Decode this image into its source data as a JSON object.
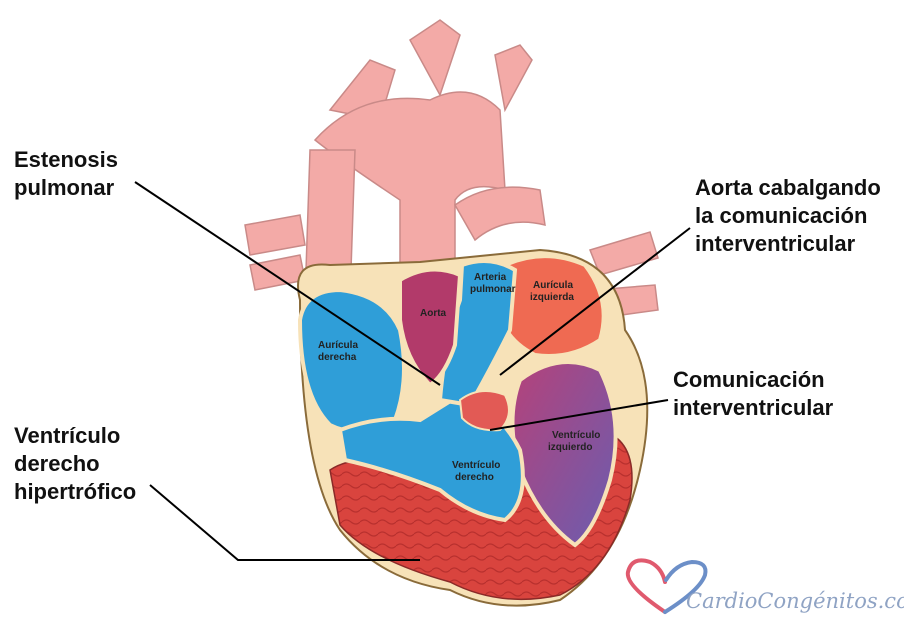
{
  "callouts": {
    "estenosis": [
      "Estenosis",
      "pulmonar"
    ],
    "aorta_cabalgando": [
      "Aorta cabalgando",
      "la comunicación",
      "interventricular"
    ],
    "comunicacion": [
      "Comunicación",
      "interventricular"
    ],
    "ventriculo_derecho": [
      "Ventrículo",
      "derecho",
      "hipertrófico"
    ]
  },
  "chambers": {
    "aorta": "Aorta",
    "arteria_pulmonar": [
      "Arteria",
      "pulmonar"
    ],
    "auricula_izquierda": [
      "Aurícula",
      "izquierda"
    ],
    "auricula_derecha": [
      "Aurícula",
      "derecha"
    ],
    "ventriculo_izquierdo": [
      "Ventrículo",
      "izquierdo"
    ],
    "ventriculo_derecho": [
      "Ventrículo",
      "derecho"
    ]
  },
  "watermark": "CardioCongénitos.com.ar",
  "colors": {
    "deoxygenated": "#2f9ed8",
    "oxygenated": "#ef6a52",
    "myocardium": "#d9443e",
    "vessel": "#f3aaa7",
    "aorta_interior": "#b23a6a",
    "watermark_heart_blue": "#6c8fc8",
    "watermark_heart_red": "#e05a6e"
  }
}
